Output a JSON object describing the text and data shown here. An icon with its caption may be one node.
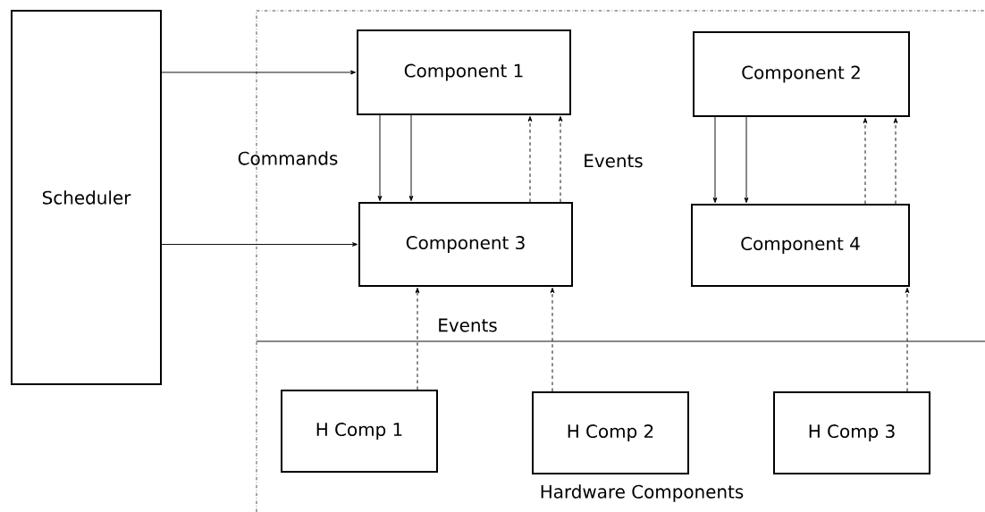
{
  "diagram": {
    "nodes": [
      {
        "text": [
          "Scheduler"
        ]
      },
      {
        "text": [
          "Component 1"
        ]
      },
      {
        "text": [
          "Component 2"
        ]
      },
      {
        "text": [
          "Component 3"
        ]
      },
      {
        "text": [
          "Component 4"
        ]
      },
      {
        "text": [
          "H Comp 1"
        ]
      },
      {
        "text": [
          "H Comp 2"
        ]
      },
      {
        "text": [
          "H Comp 3"
        ]
      }
    ],
    "edges": [
      {
        "from": 0,
        "to": 1,
        "arrow": "to"
      },
      {
        "from": 0,
        "to": 3,
        "arrow": "to"
      },
      {
        "from": 1,
        "to": 3,
        "arrow": "to"
      },
      {
        "from": 1,
        "to": 3,
        "arrow": "to"
      },
      {
        "from": 3,
        "to": 1,
        "arrow": "to",
        "style": "dashed"
      },
      {
        "from": 3,
        "to": 1,
        "arrow": "to",
        "style": "dashed"
      },
      {
        "from": 2,
        "to": 4,
        "arrow": "to"
      },
      {
        "from": 2,
        "to": 4,
        "arrow": "to"
      },
      {
        "from": 4,
        "to": 2,
        "arrow": "to",
        "style": "dashed"
      },
      {
        "from": 4,
        "to": 2,
        "arrow": "to",
        "style": "dashed"
      },
      {
        "from": 5,
        "to": 3,
        "arrow": "to",
        "style": "dashed"
      },
      {
        "from": 6,
        "to": 3,
        "arrow": "to",
        "style": "dashed"
      },
      {
        "from": 7,
        "to": 4,
        "arrow": "to",
        "style": "dashed"
      }
    ],
    "labels": [
      "Commands",
      "Events",
      "Events",
      "Hardware Components"
    ]
  }
}
